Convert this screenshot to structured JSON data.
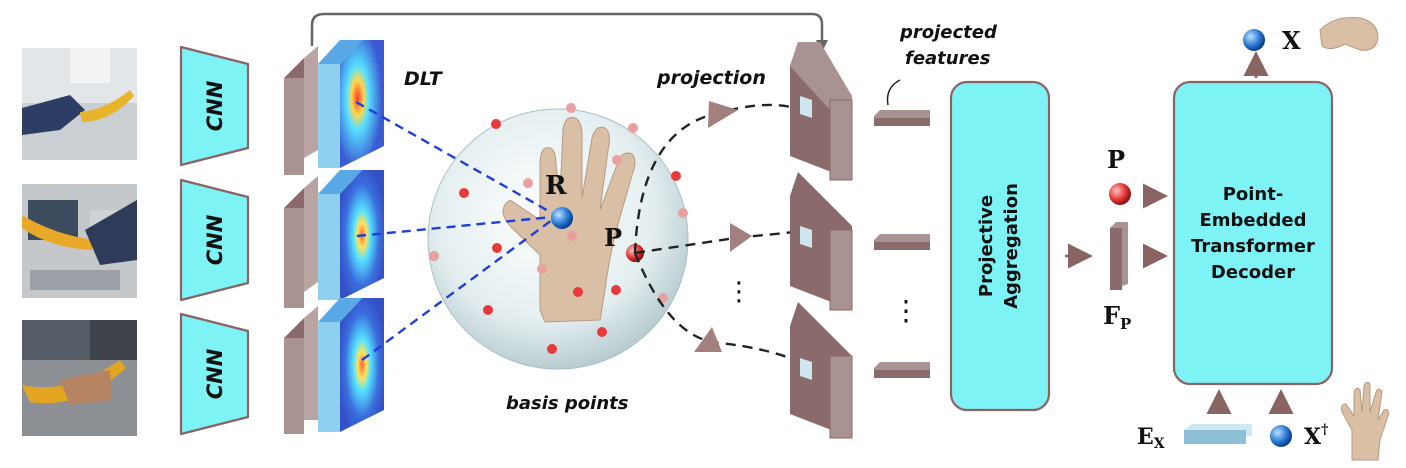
{
  "labels": {
    "cnn": "CNN",
    "dlt": "DLT",
    "projection": "projection",
    "projected_features_line1": "projected",
    "projected_features_line2": "features",
    "basis_points": "basis points",
    "point_R": "R",
    "point_P": "P",
    "aggregation_line1": "Projective",
    "aggregation_line2": "Aggregation",
    "out_P": "P",
    "out_F": "F",
    "out_F_sub": "P",
    "decoder_line1": "Point-",
    "decoder_line2": "Embedded",
    "decoder_line3": "Transformer",
    "decoder_line4": "Decoder",
    "output_X": "X",
    "input_E": "E",
    "input_E_sub": "X",
    "input_X": "X",
    "input_X_sup": "†",
    "vertical_dots": "⋮"
  },
  "colors": {
    "cyan_box": "#7ef3f6",
    "box_border": "#8a6363",
    "feature_map": "#a99292",
    "red_point": "#e83a3a",
    "blue_point": "#2e7fd9",
    "dashed_blue": "#1f3fd8",
    "heatmap_blue": "#3b5bd4"
  }
}
